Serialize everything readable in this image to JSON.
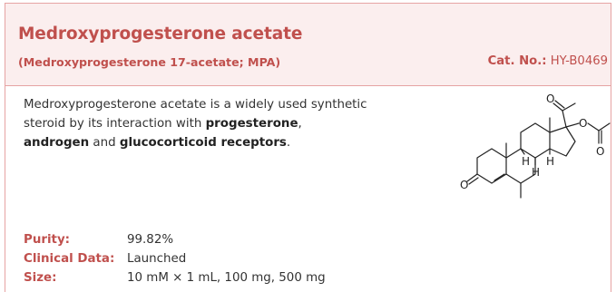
{
  "product": {
    "name": "Medroxyprogesterone acetate",
    "synonyms": "(Medroxyprogesterone 17-acetate; MPA)",
    "cat_label": "Cat. No.:",
    "cat_value": "HY-B0469"
  },
  "description": {
    "intro": "Medroxyprogesterone acetate is a widely used synthetic steroid by its interaction with",
    "term1": "progesterone",
    "sep1": ", ",
    "term2": "androgen",
    "sep2": " and ",
    "term3": "glucocorticoid receptors",
    "end": "."
  },
  "specs": [
    {
      "label": "Purity:",
      "value": "99.82%"
    },
    {
      "label": "Clinical Data:",
      "value": "Launched"
    },
    {
      "label": "Size:",
      "value": "10 mM × 1 mL, 100 mg, 500 mg"
    }
  ],
  "structure": {
    "atom_O1": "O",
    "atom_O2": "O",
    "atom_O3": "O",
    "atom_O4": "O",
    "atom_H1": "H",
    "atom_H2": "H",
    "atom_H3": "H"
  },
  "colors": {
    "accent": "#c0504d",
    "header_bg": "#fbeeee",
    "border": "#e6a3a3",
    "text": "#333333"
  }
}
